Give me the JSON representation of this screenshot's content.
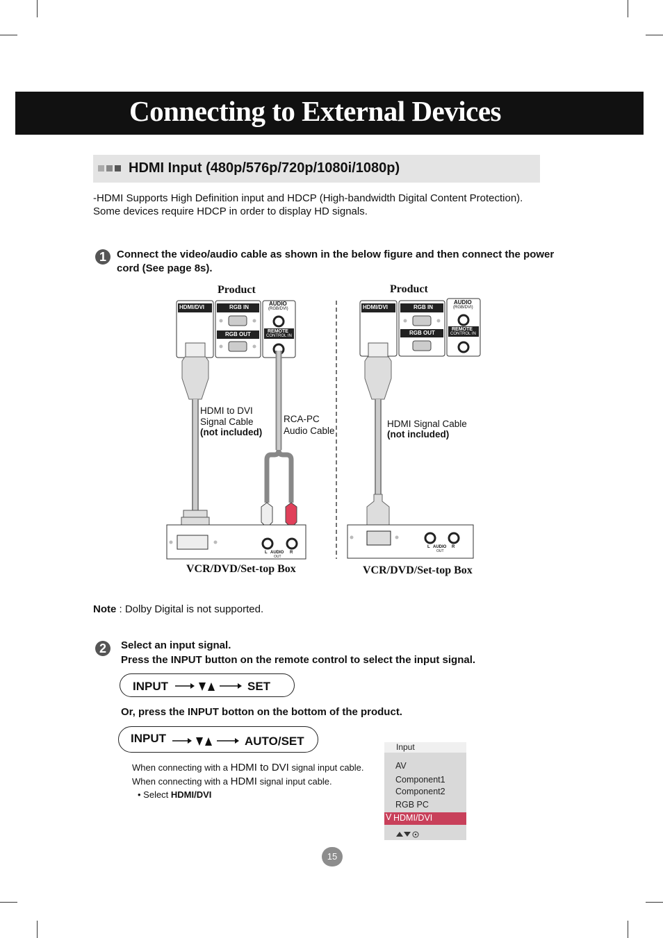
{
  "page_title": "Connecting to External Devices",
  "section_title": "HDMI Input (480p/576p/720p/1080i/1080p)",
  "intro": "-HDMI Supports High Definition input and HDCP (High-bandwidth Digital Content Protection). Some devices require HDCP in order to display HD signals.",
  "step1": {
    "number": "1",
    "text": "Connect the video/audio cable as shown in the below figure and then connect the power cord (See page 8s)."
  },
  "diagram": {
    "left": {
      "product_label": "Product",
      "device_label": "VCR/DVD/Set-top Box",
      "cable1_line1": "HDMI to DVI",
      "cable1_line2": "Signal Cable",
      "cable1_note": "(not included)",
      "cable2_line1": "RCA-PC",
      "cable2_line2": "Audio Cable"
    },
    "right": {
      "product_label": "Product",
      "device_label": "VCR/DVD/Set-top Box",
      "cable_line1": "HDMI Signal Cable",
      "cable_note": "(not included)"
    },
    "panel": {
      "hdmi_port": "HDMI/DVI",
      "rgb_in": "RGB IN",
      "rgb_out": "RGB OUT",
      "audio": "AUDIO",
      "audio_sub": "(RGB/DVI)",
      "remote": "REMOTE",
      "remote_sub": "CONTROL IN"
    },
    "device_panel": {
      "audio_l": "L",
      "audio_label": "AUDIO",
      "audio_r": "R",
      "out": "OUT"
    }
  },
  "note": {
    "label": "Note",
    "text": " : Dolby Digital is not supported."
  },
  "step2": {
    "number": "2",
    "line1": "Select an input signal.",
    "line2": "Press the INPUT button on the remote control to select the input signal.",
    "pill1": {
      "start": "INPUT",
      "end": "SET"
    },
    "alt": "Or, press the INPUT botton on the bottom of the product.",
    "pill2": {
      "start": "INPUT",
      "end": "AUTO/SET"
    },
    "hint1_pre": "When connecting with a ",
    "hint1_big": "HDMI to DVI",
    "hint1_post": " signal input cable.",
    "hint2_pre": "When connecting with a ",
    "hint2_big": "HDMI",
    "hint2_post": " signal input cable.",
    "bullet_pre": "• Select ",
    "bullet_bold": "HDMI/DVI"
  },
  "osd_menu": {
    "title": "Input",
    "items": [
      "AV",
      "Component1",
      "Component2",
      "RGB PC",
      "HDMI/DVI"
    ],
    "selected_mark": "V"
  },
  "page_number": "15",
  "colors": {
    "banner": "#111111",
    "section_bar": "#e4e4e4",
    "menu_selected": "#c8405a",
    "rca_red": "#e0405a"
  }
}
